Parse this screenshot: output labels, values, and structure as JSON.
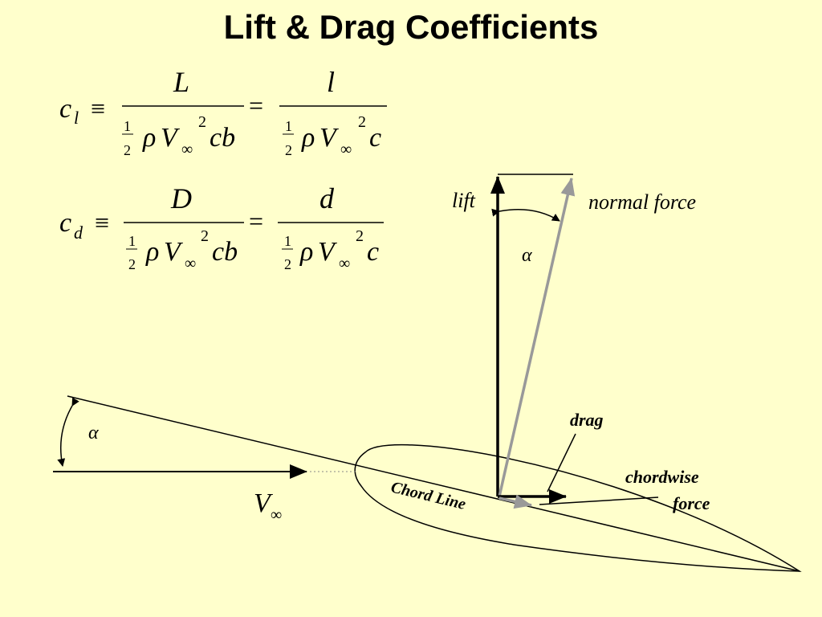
{
  "slide": {
    "title": "Lift & Drag Coefficients",
    "background": "#ffffcc"
  },
  "equations": {
    "cl": {
      "lhs_symbol": "c",
      "lhs_subscript": "l",
      "equiv": "≡",
      "equals": "=",
      "frac1_numerator": "L",
      "frac2_numerator": "l",
      "half_num": "1",
      "half_den": "2",
      "rho": "ρ",
      "V": "V",
      "inf": "∞",
      "exponent": "2",
      "frac1_tail": "cb",
      "frac2_tail": "c"
    },
    "cd": {
      "lhs_symbol": "c",
      "lhs_subscript": "d",
      "equiv": "≡",
      "equals": "=",
      "frac1_numerator": "D",
      "frac2_numerator": "d",
      "half_num": "1",
      "half_den": "2",
      "rho": "ρ",
      "V": "V",
      "inf": "∞",
      "exponent": "2",
      "frac1_tail": "cb",
      "frac2_tail": "c"
    }
  },
  "diagram": {
    "labels": {
      "lift": "lift",
      "normal_force": "normal force",
      "alpha_top": "α",
      "alpha_left": "α",
      "drag": "drag",
      "chordwise_1": "chordwise",
      "chordwise_2": "force",
      "chord_line": "Chord Line",
      "freestream_V": "V",
      "freestream_sub": "∞"
    },
    "colors": {
      "lines": "#000000",
      "normal_force_arrow": "#999999"
    }
  }
}
